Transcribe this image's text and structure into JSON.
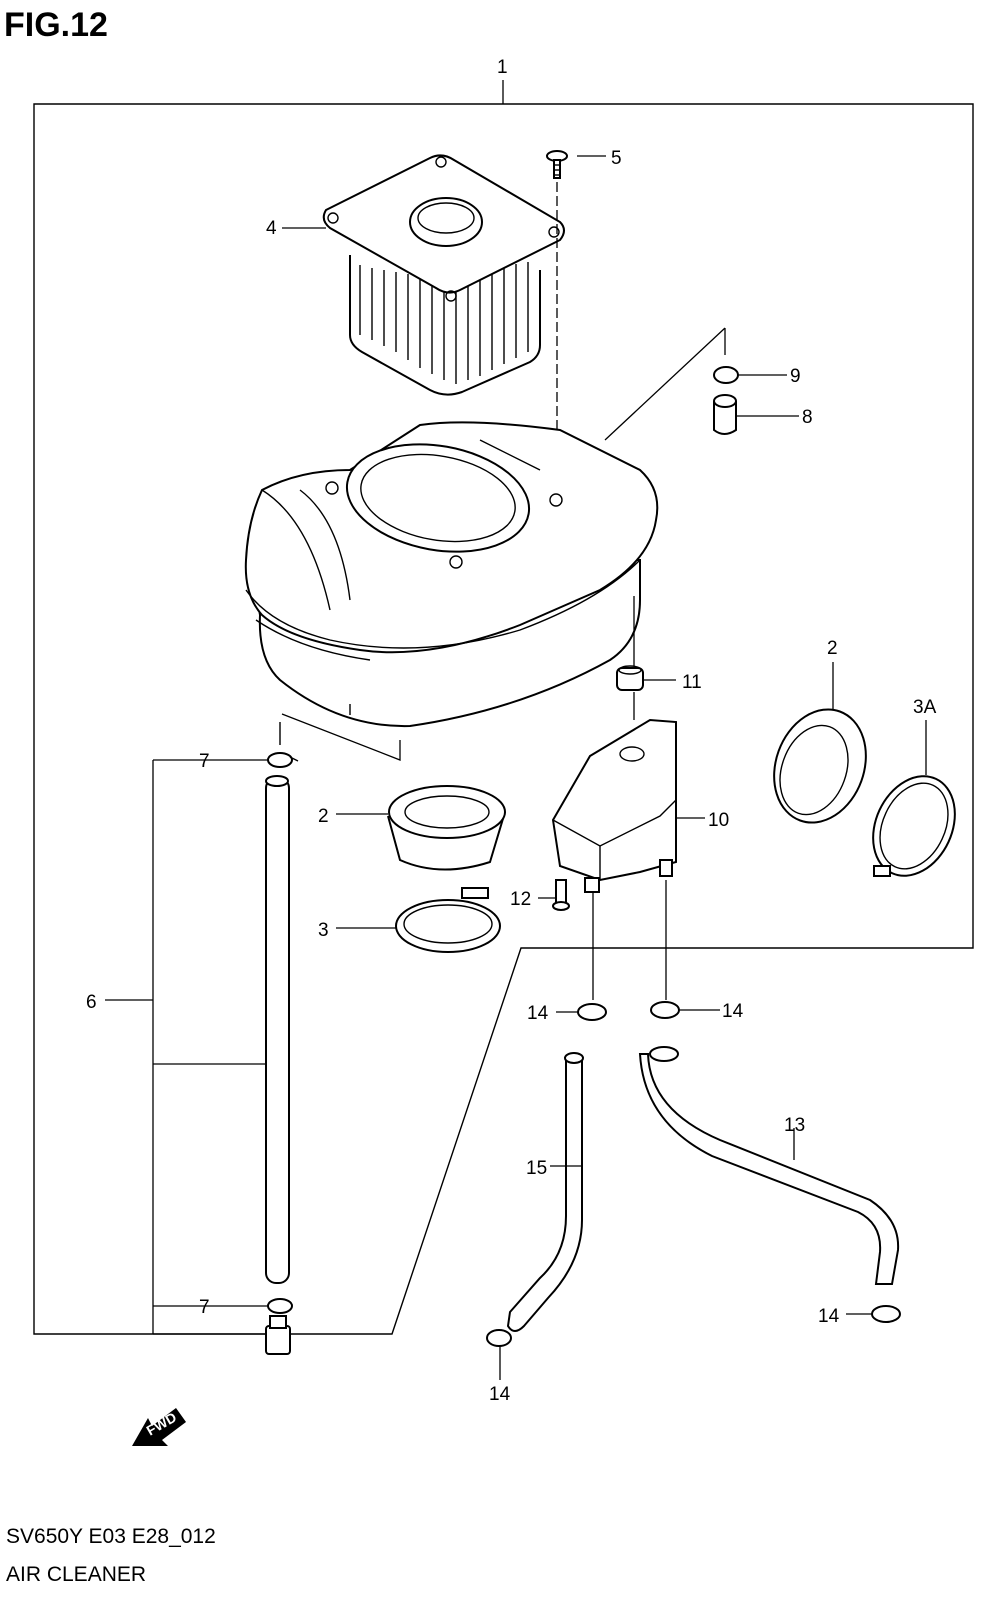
{
  "figure": {
    "title": "FIG.12"
  },
  "labels": {
    "p1": "1",
    "p2a": "2",
    "p2b": "2",
    "p3": "3",
    "p3a": "3A",
    "p4": "4",
    "p5": "5",
    "p6": "6",
    "p7a": "7",
    "p7b": "7",
    "p8": "8",
    "p9": "9",
    "p10": "10",
    "p11": "11",
    "p12": "12",
    "p13": "13",
    "p14a": "14",
    "p14b": "14",
    "p14c": "14",
    "p14d": "14",
    "p15": "15"
  },
  "fwd_badge": "FWD",
  "footer": {
    "code": "SV650Y E03 E28_012",
    "name": "AIR CLEANER"
  }
}
